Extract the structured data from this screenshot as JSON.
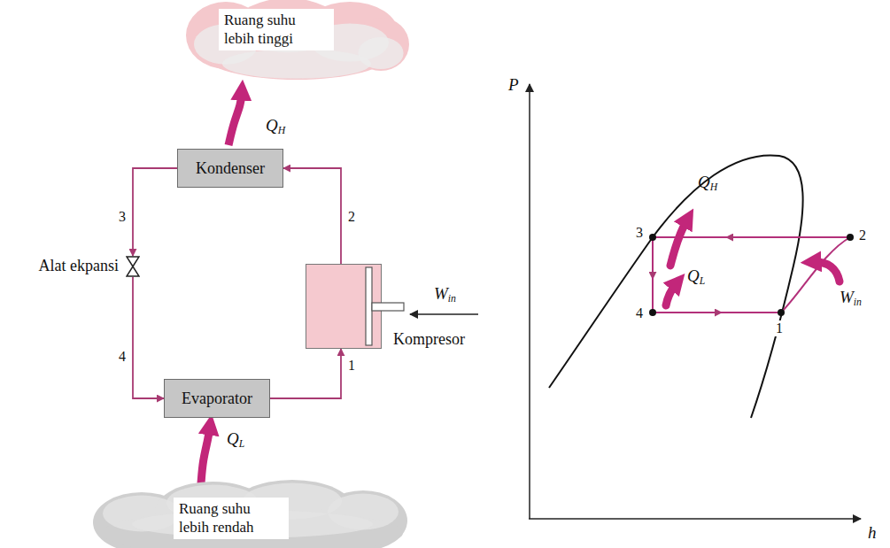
{
  "diagram": {
    "nodes": [
      {
        "text": [
          "Ruang suhu lebih tinggi"
        ]
      },
      {
        "text": [
          "Kondenser"
        ]
      },
      {
        "text": [
          "Alat ekpansi"
        ]
      },
      {
        "text": [
          "Kompresor"
        ]
      },
      {
        "text": [
          "Evaporator"
        ]
      },
      {
        "text": [
          "Ruang suhu lebih rendah"
        ]
      }
    ],
    "edges": [
      {
        "from": 1,
        "to": 0,
        "label": "QH",
        "arrow": "to"
      },
      {
        "from": 3,
        "to": 1,
        "label": "2",
        "arrow": "to"
      },
      {
        "from": 1,
        "to": 2,
        "label": "3",
        "arrow": "to"
      },
      {
        "from": 2,
        "to": 4,
        "label": "4",
        "arrow": "to"
      },
      {
        "from": 4,
        "to": 3,
        "label": "1",
        "arrow": "to"
      },
      {
        "from": 5,
        "to": 4,
        "label": "QL",
        "arrow": "to"
      }
    ],
    "labels": [
      "Win",
      "P",
      "h",
      "1",
      "2",
      "3",
      "4",
      "QH",
      "QL",
      "Win"
    ]
  }
}
